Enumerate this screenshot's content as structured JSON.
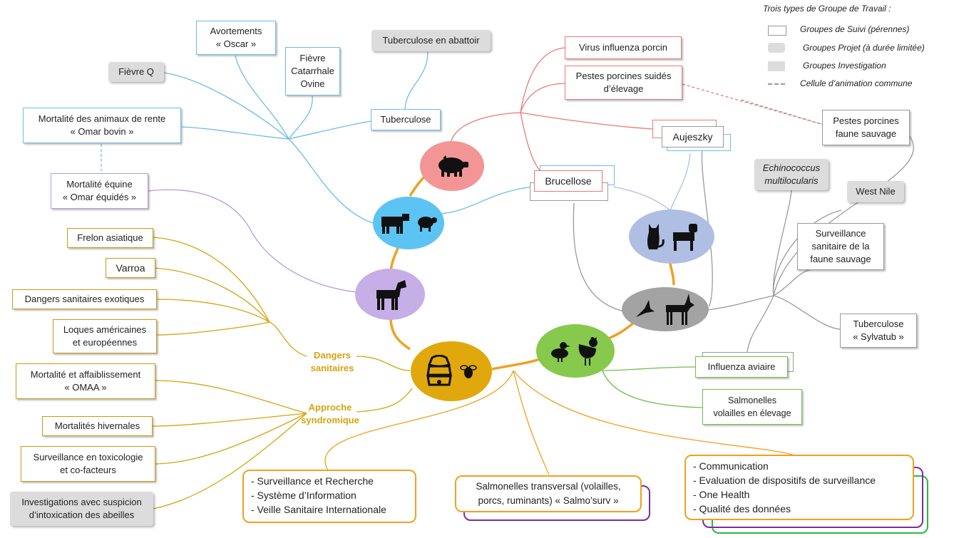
{
  "legend": {
    "title": "Trois types de Groupe de Travail :",
    "items": [
      {
        "label": "Groupes de Suivi (pérennes)",
        "style": "white-box"
      },
      {
        "label": "Groupes Projet (à durée limitée)",
        "style": "grey-rounded"
      },
      {
        "label": "Groupes Investigation",
        "style": "grey-box"
      },
      {
        "label": "Cellule d’animation commune",
        "style": "dashed-grey"
      }
    ]
  },
  "nodes": {
    "avortements": "Avortements\n« Oscar »",
    "fievre_catarrhale": "Fièvre\nCatarrhale\nOvine",
    "fievre_q": "Fièvre Q",
    "tuberculose_abattoir": "Tuberculose en abattoir",
    "tuberculose": "Tuberculose",
    "mortalite_rente": "Mortalité des animaux de rente\n« Omar bovin »",
    "mortalite_equine": "Mortalité équine\n« Omar équidés »",
    "virus_influenza": "Virus influenza porcin",
    "pestes_elevage": "Pestes porcines suidés\nd’élevage",
    "aujeszky": "Aujeszky",
    "brucellose": "Brucellose",
    "pestes_sauvage": "Pestes porcines\nfaune sauvage",
    "echinococcus": "Echinococcus\nmultilocularis",
    "west_nile": "West Nile",
    "surveillance_faune": "Surveillance\nsanitaire de la\nfaune sauvage",
    "tuberculose_sylvatub": "Tuberculose\n« Sylvatub »",
    "influenza_aviaire": "Influenza aviaire",
    "salmonelles_volailles": "Salmonelles\nvolailles en élevage",
    "frelon": "Frelon asiatique",
    "varroa": "Varroa",
    "dangers_exotiques": "Dangers sanitaires exotiques",
    "loques": "Loques américaines\net européennes",
    "mortalite_omaa": "Mortalité et affaiblissement\n« OMAA »",
    "mortalites_hivernales": "Mortalités hivernales",
    "toxicologie": "Surveillance en toxicologie\net co-facteurs",
    "intoxication": "Investigations avec suspicion\nd’intoxication des abeilles"
  },
  "labels": {
    "dangers_sanitaires": "Dangers\nsanitaires",
    "approche_syndromique": "Approche\nsyndromique"
  },
  "boxes": {
    "transverse": "- Surveillance et Recherche\n- Système d’Information\n- Veille Sanitaire Internationale",
    "salmonelles_transversal": "Salmonelles transversal (volailles,\nporcs, ruminants) « Salmo’surv »",
    "cellule": "- Communication\n- Evaluation de dispositifs de surveillance\n- One Health\n- Qualité des données"
  },
  "hubs": {
    "porcs": {
      "color": "#f49595",
      "icons": [
        "pig-icon"
      ]
    },
    "ruminants": {
      "color": "#5bc4f3",
      "icons": [
        "cow-icon",
        "sheep-icon"
      ]
    },
    "equides": {
      "color": "#c6aee7",
      "icons": [
        "horse-icon"
      ]
    },
    "abeilles": {
      "color": "#e0a80c",
      "icons": [
        "beehive-icon",
        "bee-icon"
      ]
    },
    "volailles": {
      "color": "#86c94c",
      "icons": [
        "duck-icon",
        "rooster-icon"
      ]
    },
    "faune_sauvage": {
      "color": "#a3a3a3",
      "icons": [
        "bird-icon",
        "antelope-icon"
      ]
    },
    "carnivores": {
      "color": "#aebfe3",
      "icons": [
        "cat-icon",
        "dog-icon"
      ]
    }
  },
  "colors": {
    "orange": "#f0a020",
    "blue": "#6bbde8",
    "red": "#e77a7a",
    "grey": "#9a9a9a",
    "gold": "#d7a30e",
    "green": "#6fbf4a",
    "purple": "#b79ad9"
  }
}
